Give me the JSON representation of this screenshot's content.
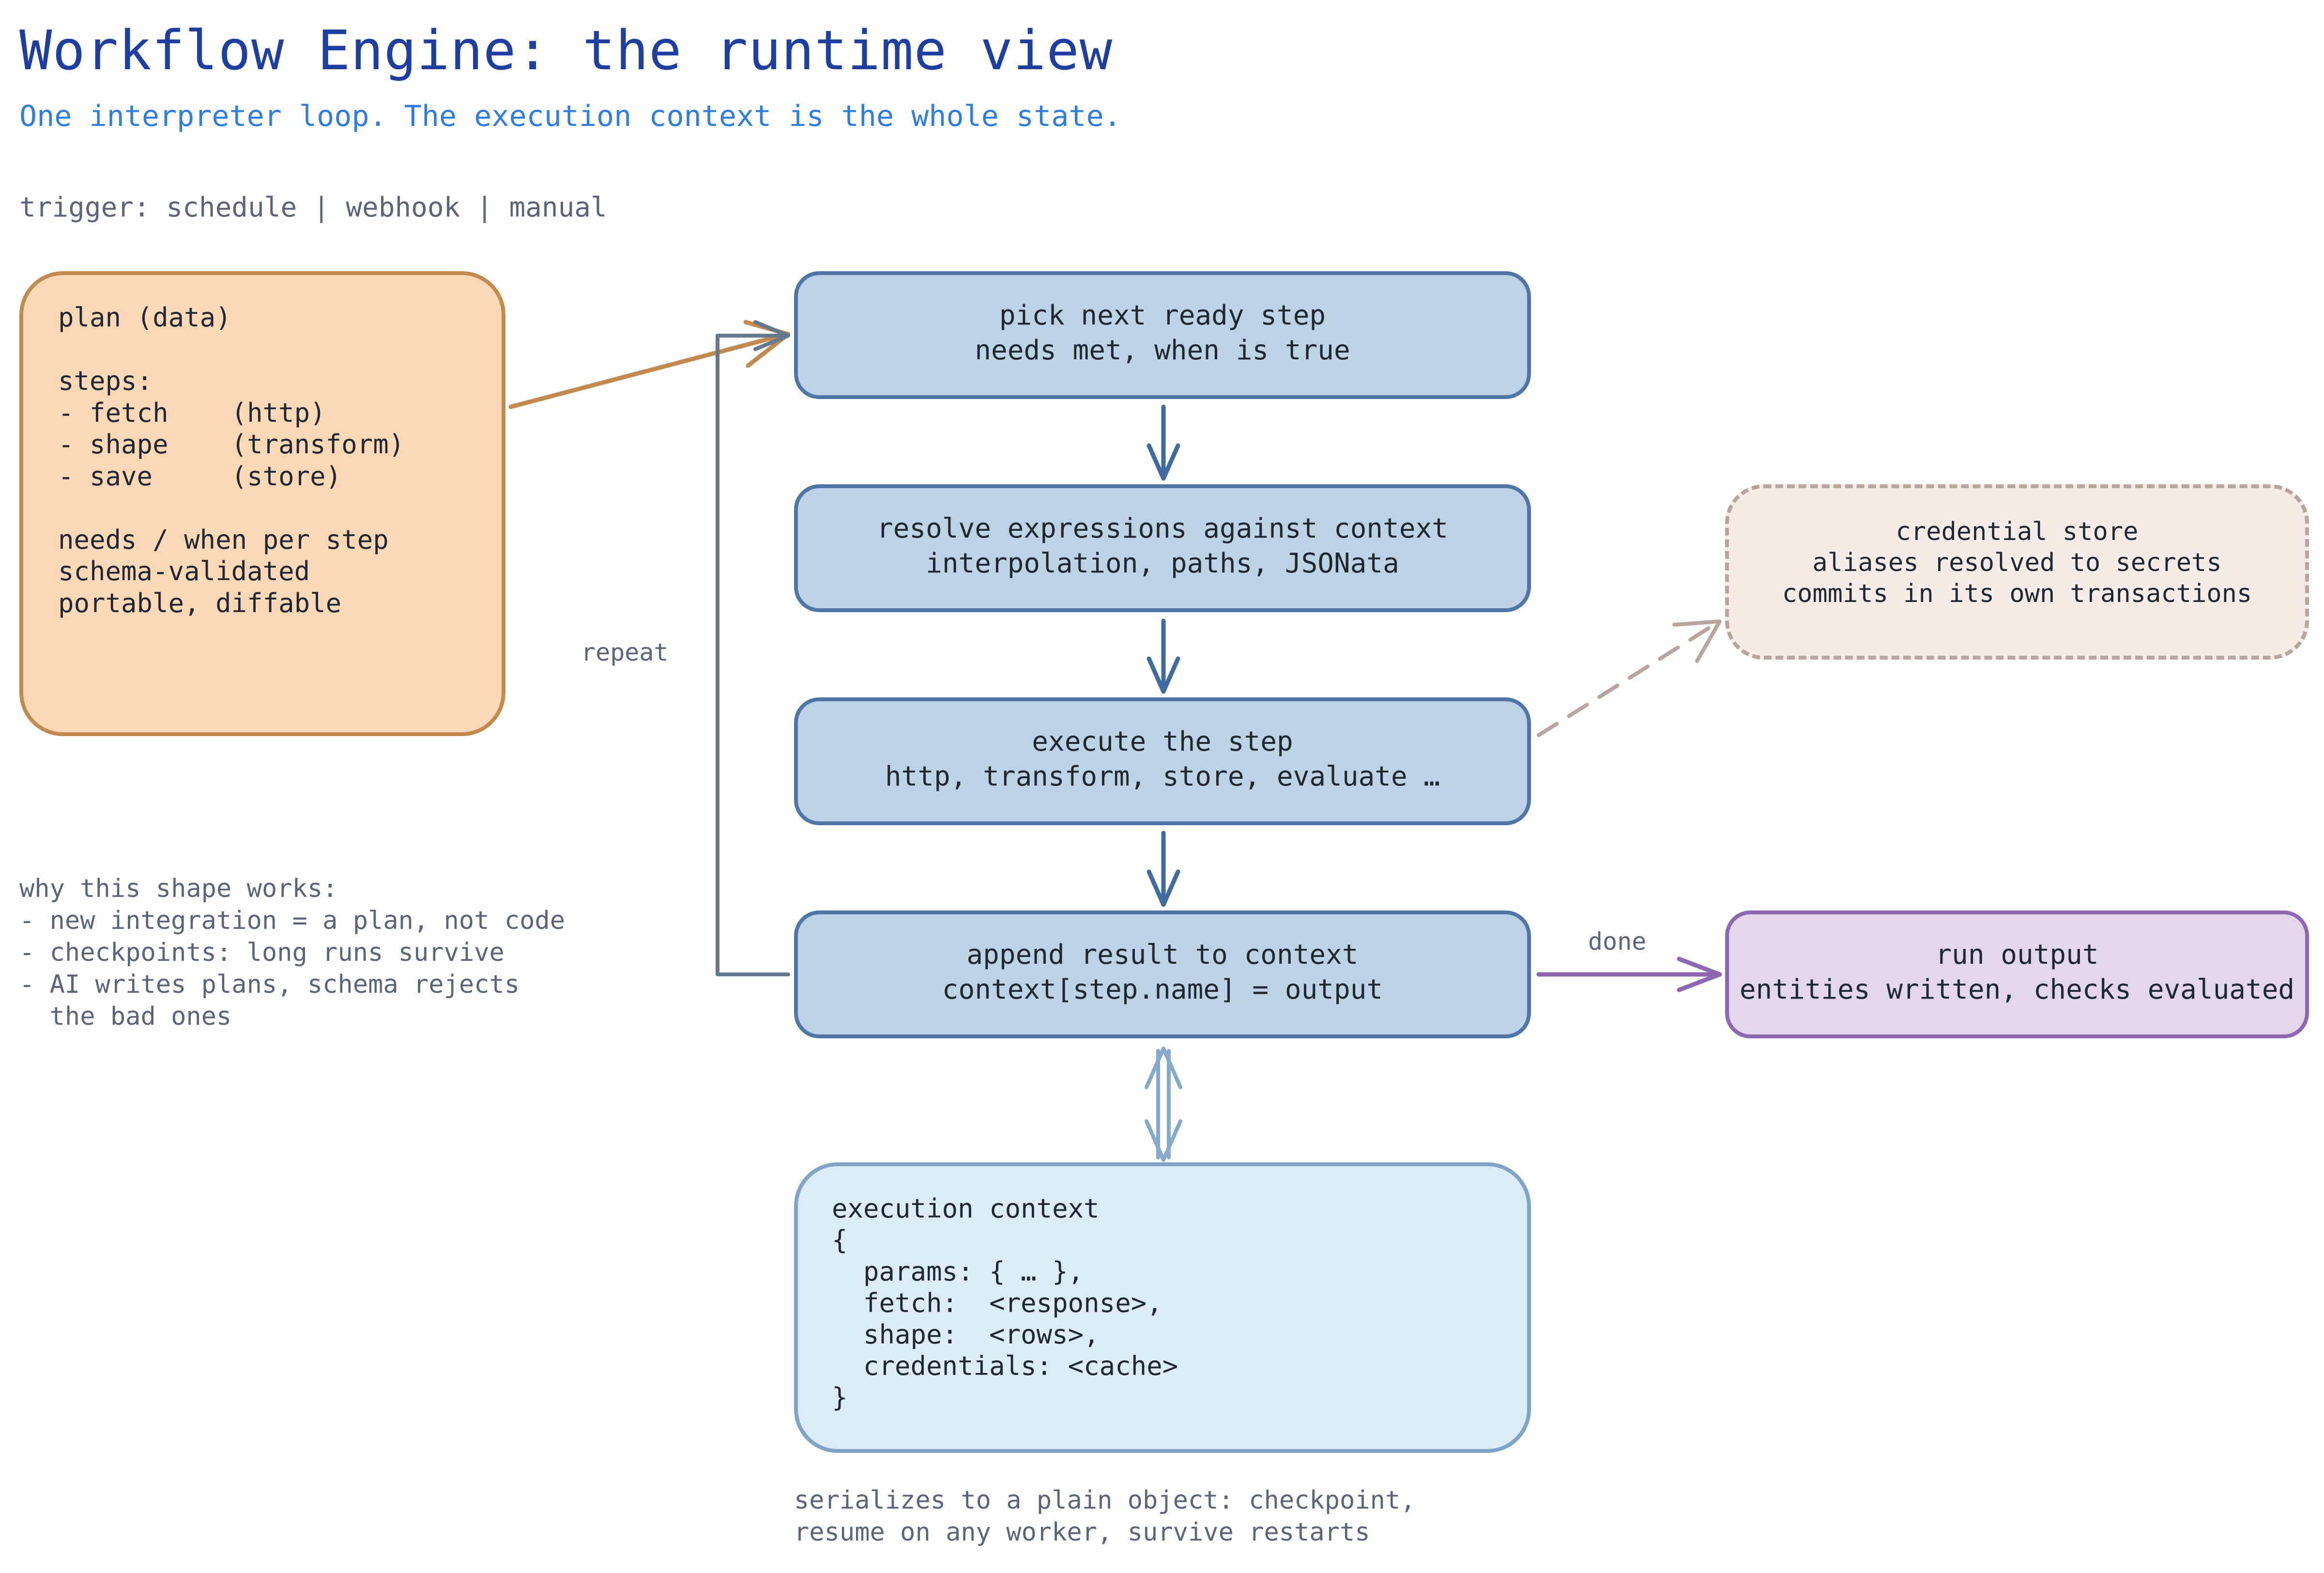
{
  "header": {
    "title": "Workflow Engine: the runtime view",
    "subtitle": "One interpreter loop. The execution context is the whole state.",
    "trigger": "trigger: schedule | webhook | manual"
  },
  "nodes": {
    "plan": {
      "lines": "plan (data)\n\nsteps:\n- fetch    (http)\n- shape    (transform)\n- save     (store)\n\nneeds / when per step\nschema-validated\nportable, diffable"
    },
    "pick": {
      "lines": "pick next ready step\nneeds met, when is true"
    },
    "resolve": {
      "lines": "resolve expressions against context\ninterpolation, paths, JSONata"
    },
    "execute": {
      "lines": "execute the step\nhttp, transform, store, evaluate …"
    },
    "append": {
      "lines": "append result to context\ncontext[step.name] = output"
    },
    "credential": {
      "lines": "credential store\naliases resolved to secrets\ncommits in its own transactions"
    },
    "output": {
      "lines": "run output\nentities written, checks evaluated"
    },
    "context": {
      "lines": "execution context\n{\n  params: { … },\n  fetch:  <response>,\n  shape:  <rows>,\n  credentials: <cache>\n}"
    }
  },
  "edge_labels": {
    "repeat": "repeat",
    "done": "done"
  },
  "notes": {
    "why": "why this shape works:\n- new integration = a plan, not code\n- checkpoints: long runs survive\n- AI writes plans, schema rejects\n  the bad ones",
    "serializes": "serializes to a plain object: checkpoint,\nresume on any worker, survive restarts"
  },
  "colors": {
    "title": "#1e3fa0",
    "subtitle": "#2f7de1",
    "plan_fill": "#fdd8b6",
    "plan_stroke": "#c28a4e",
    "step_fill": "#bed2e6",
    "step_stroke": "#4f76a6",
    "credential_fill": "#f7ebe8",
    "credential_stroke": "#b8a69c",
    "output_fill": "#e2d6ea",
    "output_stroke": "#8c67b2",
    "context_fill": "#dbecf7",
    "context_stroke": "#7fa4c6"
  }
}
